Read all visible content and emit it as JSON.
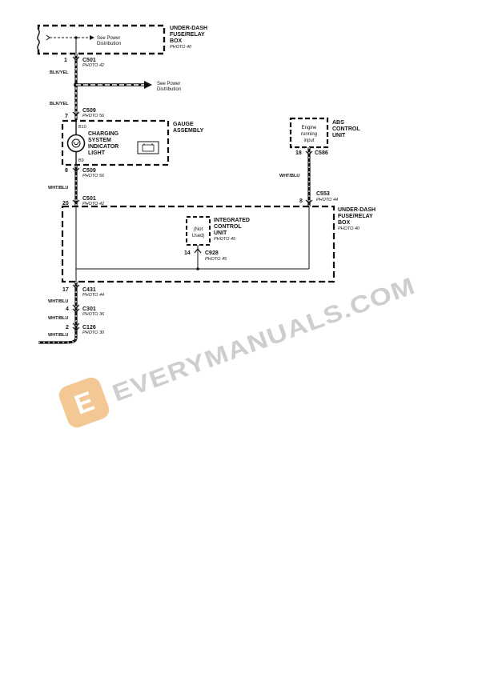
{
  "top_box": {
    "title_lines": [
      "UNDER-DASH",
      "FUSE/RELAY",
      "BOX"
    ],
    "photo": "PHOTO 40",
    "ref_lines": [
      "See Power",
      "Distribution"
    ]
  },
  "connectors": {
    "c501_top": {
      "pin": "1",
      "name": "C501",
      "photo": "PHOTO 42"
    },
    "c509_in": {
      "pin": "7",
      "name": "C509",
      "photo": "PHOTO 56"
    },
    "c509_out": {
      "pin": "8",
      "name": "C509",
      "photo": "PHOTO 56"
    },
    "c501_bottom": {
      "pin": "20",
      "name": "C501",
      "photo": "PHOTO 42"
    },
    "c586": {
      "pin": "18",
      "name": "C586"
    },
    "c553": {
      "pin": "8",
      "name": "C553",
      "photo": "PHOTO 44"
    },
    "c928": {
      "pin": "14",
      "name": "C928",
      "photo": "PHOTO 45"
    },
    "c431": {
      "pin": "17",
      "name": "C431",
      "photo": "PHOTO 44"
    },
    "c301": {
      "pin": "4",
      "name": "C301",
      "photo": "PHOTO 36"
    },
    "c126": {
      "pin": "2",
      "name": "C126",
      "photo": "PHOTO 30"
    }
  },
  "wires": {
    "blk_yel_1": "BLK/YEL",
    "blk_yel_2": "BLK/YEL",
    "wht_blu_1": "WHT/BLU",
    "wht_blu_abs": "WHT/BLU",
    "wht_blu_2": "WHT/BLU",
    "wht_blu_3": "WHT/BLU",
    "wht_blu_4": "WHT/BLU"
  },
  "splice_ref_lines": [
    "See Power",
    "Distribution"
  ],
  "gauge": {
    "title_lines": [
      "GAUGE",
      "ASSEMBLY"
    ],
    "pin_in": "B10",
    "pin_out": "B9",
    "light_lines": [
      "CHARGING",
      "SYSTEM",
      "INDICATOR",
      "LIGHT"
    ]
  },
  "abs": {
    "title_lines": [
      "ABS",
      "CONTROL",
      "UNIT"
    ],
    "input_lines": [
      "Engine",
      "running",
      "input"
    ]
  },
  "bottom_box": {
    "title_lines": [
      "UNDER-DASH",
      "FUSE/RELAY",
      "BOX"
    ],
    "photo": "PHOTO 40"
  },
  "icu": {
    "title_lines": [
      "INTEGRATED",
      "CONTROL",
      "UNIT"
    ],
    "photo": "PHOTO 45",
    "status_lines": [
      "(Not",
      "Used)"
    ]
  },
  "watermark": {
    "text": "EVERYMANUALS.COM",
    "logo_letter": "E",
    "colors": {
      "logo": "#f2c38a",
      "text": "#c9c9c9"
    }
  }
}
